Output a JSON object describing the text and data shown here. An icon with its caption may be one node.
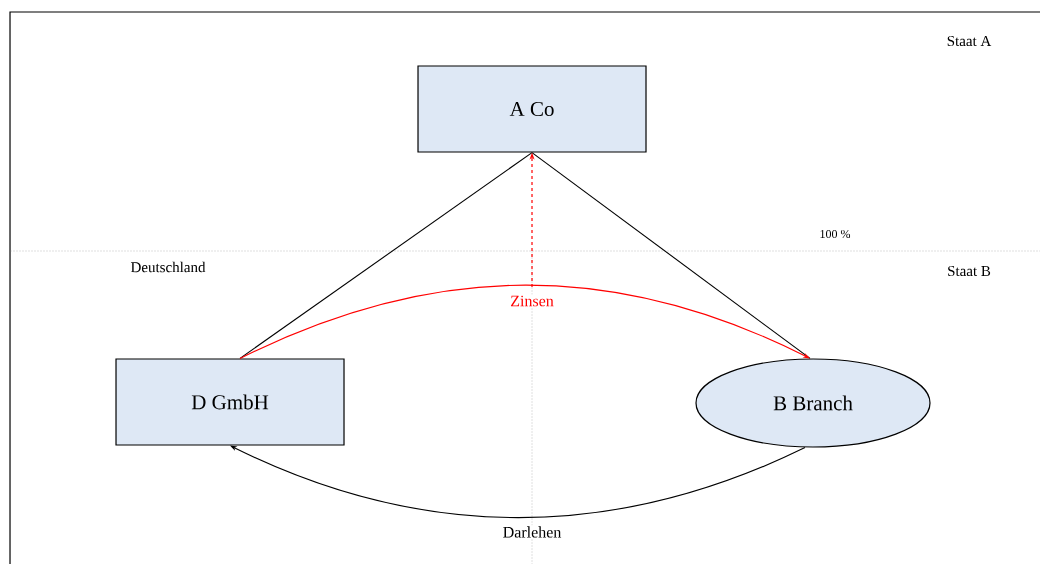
{
  "diagram": {
    "nodes": [
      {
        "text": [
          "A Co"
        ]
      },
      {
        "text": [
          "D GmbH"
        ]
      },
      {
        "text": [
          "B Branch"
        ]
      }
    ],
    "edges": [
      {
        "from": 0,
        "to": 1,
        "arrow": "none"
      },
      {
        "from": 0,
        "to": 2,
        "arrow": "none"
      },
      {
        "from": 1,
        "to": 2,
        "arrow": "to",
        "label": "Zinsen",
        "color": "#ff0000"
      },
      {
        "from": null,
        "to": 0,
        "arrow": "to",
        "style": "dashed",
        "color": "#ff0000"
      },
      {
        "from": 2,
        "to": 1,
        "arrow": "to",
        "label": "Darlehen"
      }
    ],
    "labels": [
      "Staat A",
      "100 %",
      "Deutschland",
      "Staat B"
    ]
  }
}
